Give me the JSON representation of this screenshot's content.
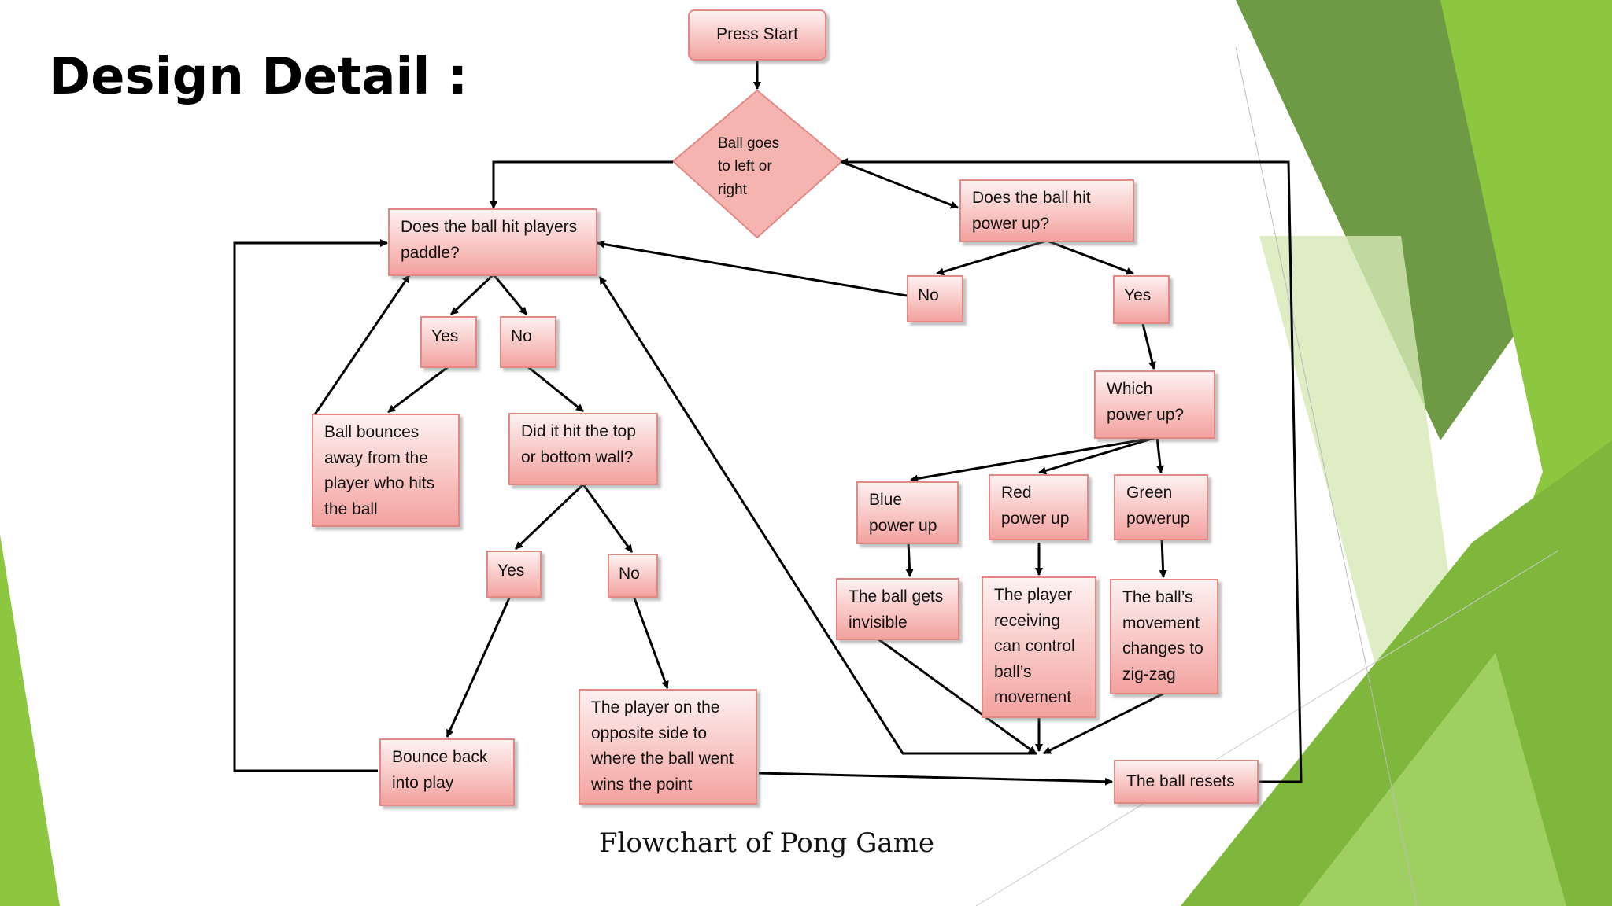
{
  "slide": {
    "title": "Design Detail :",
    "caption": "Flowchart of Pong Game"
  },
  "theme": {
    "node_fill_top": "#fdf1f1",
    "node_fill_bottom": "#f3a29f",
    "node_border": "#e28986",
    "green_dark": "#6e9a45",
    "green_light": "#8dc63f",
    "green_pale": "#d6e9b5"
  },
  "flowchart": {
    "start": "Press Start",
    "decision_direction": "Ball goes\nto left or\nright",
    "decision_paddle": "Does the ball hit players\npaddle?",
    "paddle_yes": "Yes",
    "paddle_no": "No",
    "bounce_away": "Ball bounces\naway from the\nplayer who hits\nthe ball",
    "decision_wall": "Did it hit the top\nor bottom wall?",
    "wall_yes": "Yes",
    "wall_no": "No",
    "bounce_back": "Bounce back\ninto play",
    "opposite_wins": "The player on the\nopposite side to\nwhere the ball went\nwins the point",
    "decision_powerup": "Does the ball hit\npower up?",
    "powerup_no": "No",
    "powerup_yes": "Yes",
    "which_powerup": "Which\npower up?",
    "blue_powerup": "Blue\npower up",
    "red_powerup": "Red\npower up",
    "green_powerup": "Green\npowerup",
    "blue_effect": "The ball gets\ninvisible",
    "red_effect": "The player\nreceiving\ncan control\nball’s\nmovement",
    "green_effect": "The ball’s\nmovement\nchanges to\nzig-zag",
    "ball_resets": "The ball resets"
  }
}
